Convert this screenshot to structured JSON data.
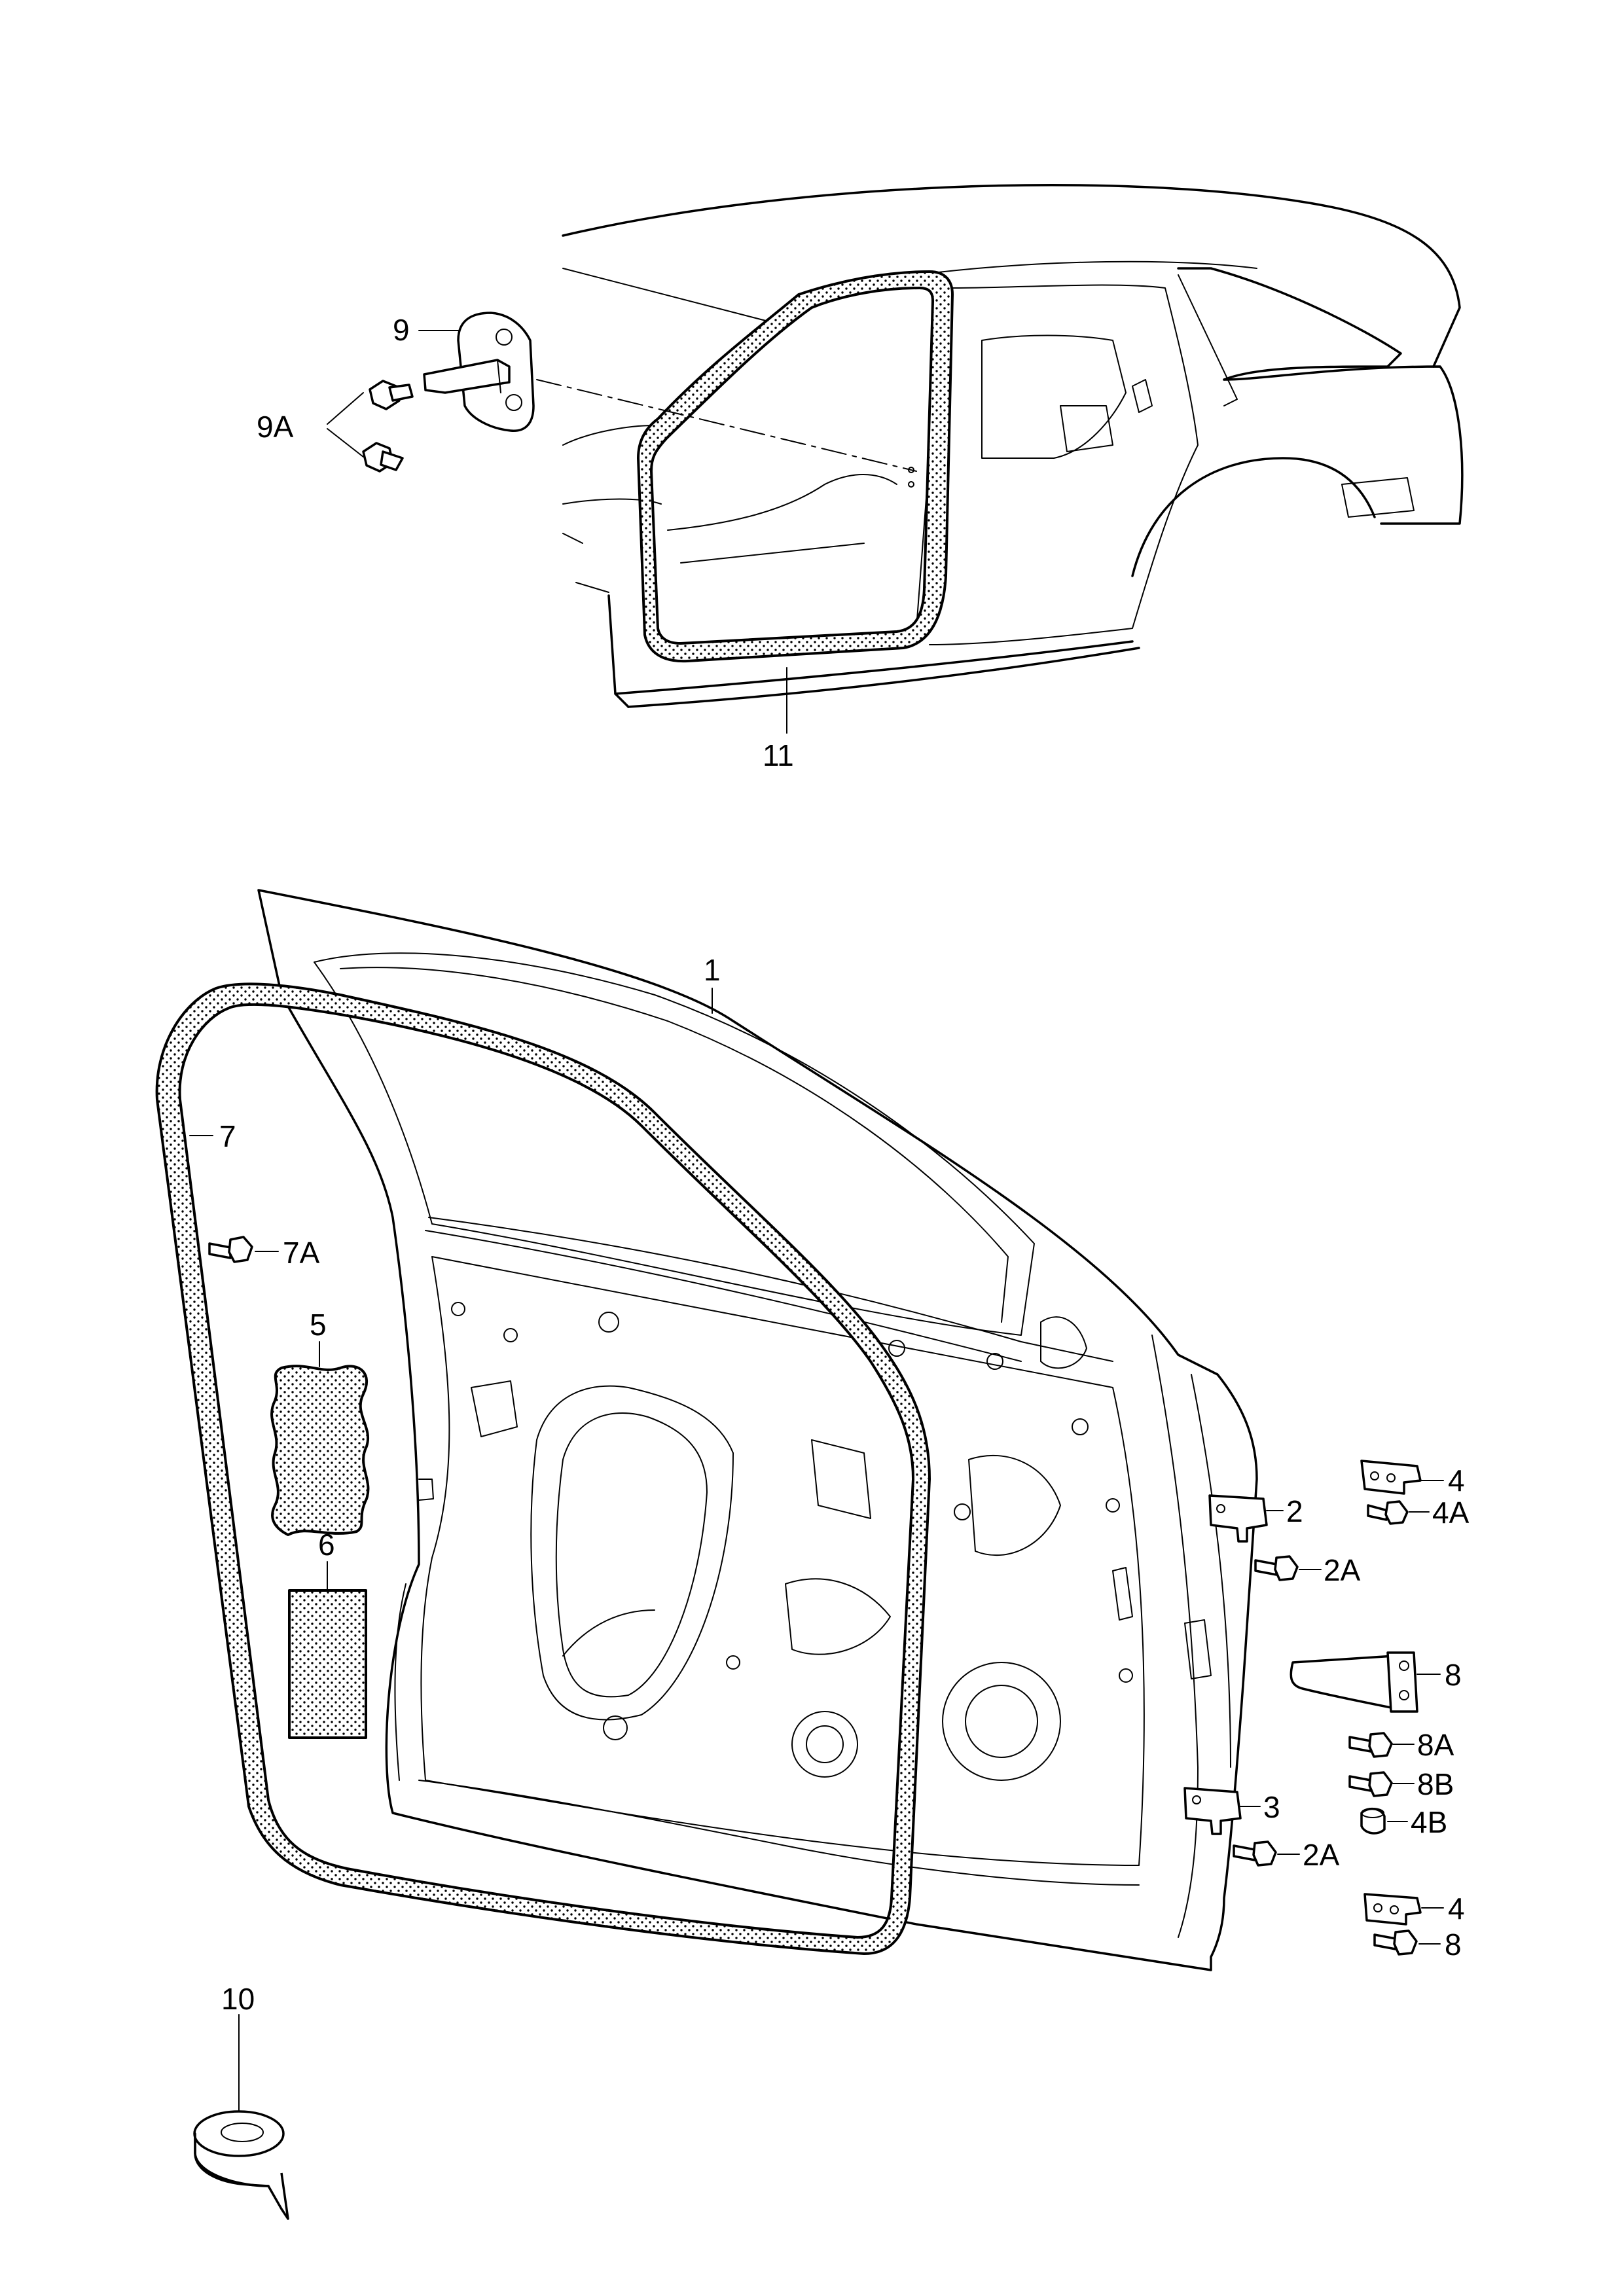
{
  "callouts": {
    "c1": "1",
    "c2": "2",
    "c2A_upper": "2A",
    "c3": "3",
    "c2A_lower": "2A",
    "c4_upper": "4",
    "c4A": "4A",
    "c4_lower": "4",
    "c4B": "4B",
    "c5": "5",
    "c6": "6",
    "c7": "7",
    "c7A": "7A",
    "c8_hinge": "8",
    "c8A": "8A",
    "c8B": "8B",
    "c8_bolt": "8",
    "c9": "9",
    "c9A": "9A",
    "c10": "10",
    "c11": "11"
  },
  "icons": {
    "striker": "door-striker-icon",
    "bolt": "bolt-icon",
    "hinge": "hinge-icon",
    "check_strap": "door-check-strap-icon",
    "tape_roll": "tape-roll-icon"
  },
  "colors": {
    "line": "#000000",
    "background": "#ffffff"
  }
}
